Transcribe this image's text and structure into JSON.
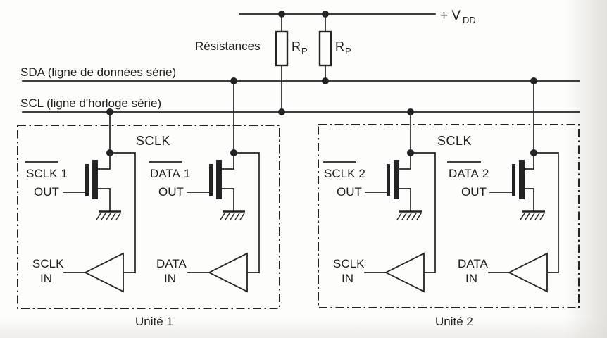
{
  "power": {
    "vdd_main": "+ V",
    "vdd_sub": "DD",
    "resistors_caption": "Résistances",
    "pullups": [
      {
        "ref": "R",
        "sub": "P"
      },
      {
        "ref": "R",
        "sub": "P"
      }
    ]
  },
  "bus": {
    "sda_label": "SDA (ligne de données série)",
    "scl_label": "SCL (ligne d'horloge série)"
  },
  "units": [
    {
      "caption": "Unité 1",
      "clock_header": "SCLK",
      "drivers": [
        {
          "signal": "SCLK",
          "index": "1",
          "port": "OUT"
        },
        {
          "signal": "DATA",
          "index": "1",
          "port": "OUT"
        }
      ],
      "receivers": [
        {
          "signal": "SCLK",
          "port": "IN"
        },
        {
          "signal": "DATA",
          "port": "IN"
        }
      ]
    },
    {
      "caption": "Unité 2",
      "clock_header": "SCLK",
      "drivers": [
        {
          "signal": "SCLK",
          "index": "2",
          "port": "OUT"
        },
        {
          "signal": "DATA",
          "index": "2",
          "port": "OUT"
        }
      ],
      "receivers": [
        {
          "signal": "SCLK",
          "port": "IN"
        },
        {
          "signal": "DATA",
          "port": "IN"
        }
      ]
    }
  ],
  "colors": {
    "ink": "#232323",
    "paper": "#fdfdfb"
  }
}
